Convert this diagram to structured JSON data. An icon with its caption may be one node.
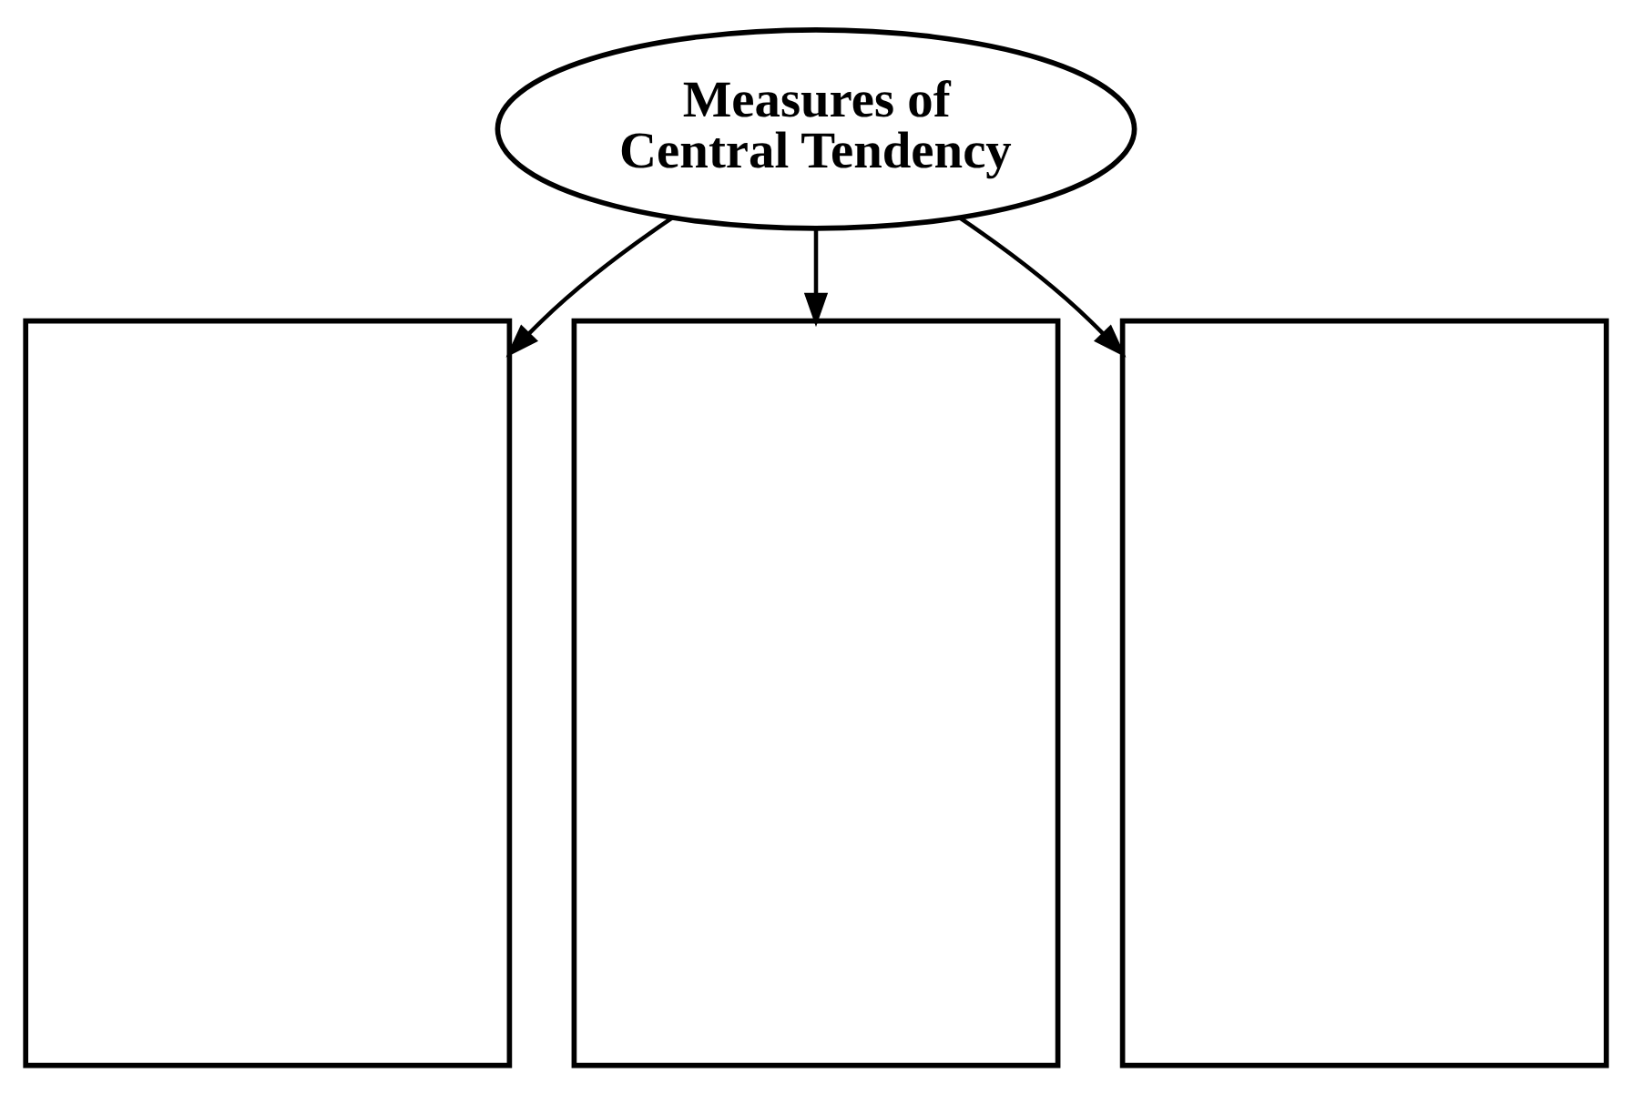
{
  "diagram": {
    "nodes": [
      {
        "text": [
          "Measures of Central Tendency"
        ]
      },
      {
        "text": [],
        "shape": "box"
      },
      {
        "text": [],
        "shape": "box"
      },
      {
        "text": [],
        "shape": "box"
      }
    ],
    "edges": [
      {
        "from": 0,
        "to": 1,
        "arrow": "to"
      },
      {
        "from": 0,
        "to": 2,
        "arrow": "to"
      },
      {
        "from": 0,
        "to": 3,
        "arrow": "to"
      }
    ]
  }
}
